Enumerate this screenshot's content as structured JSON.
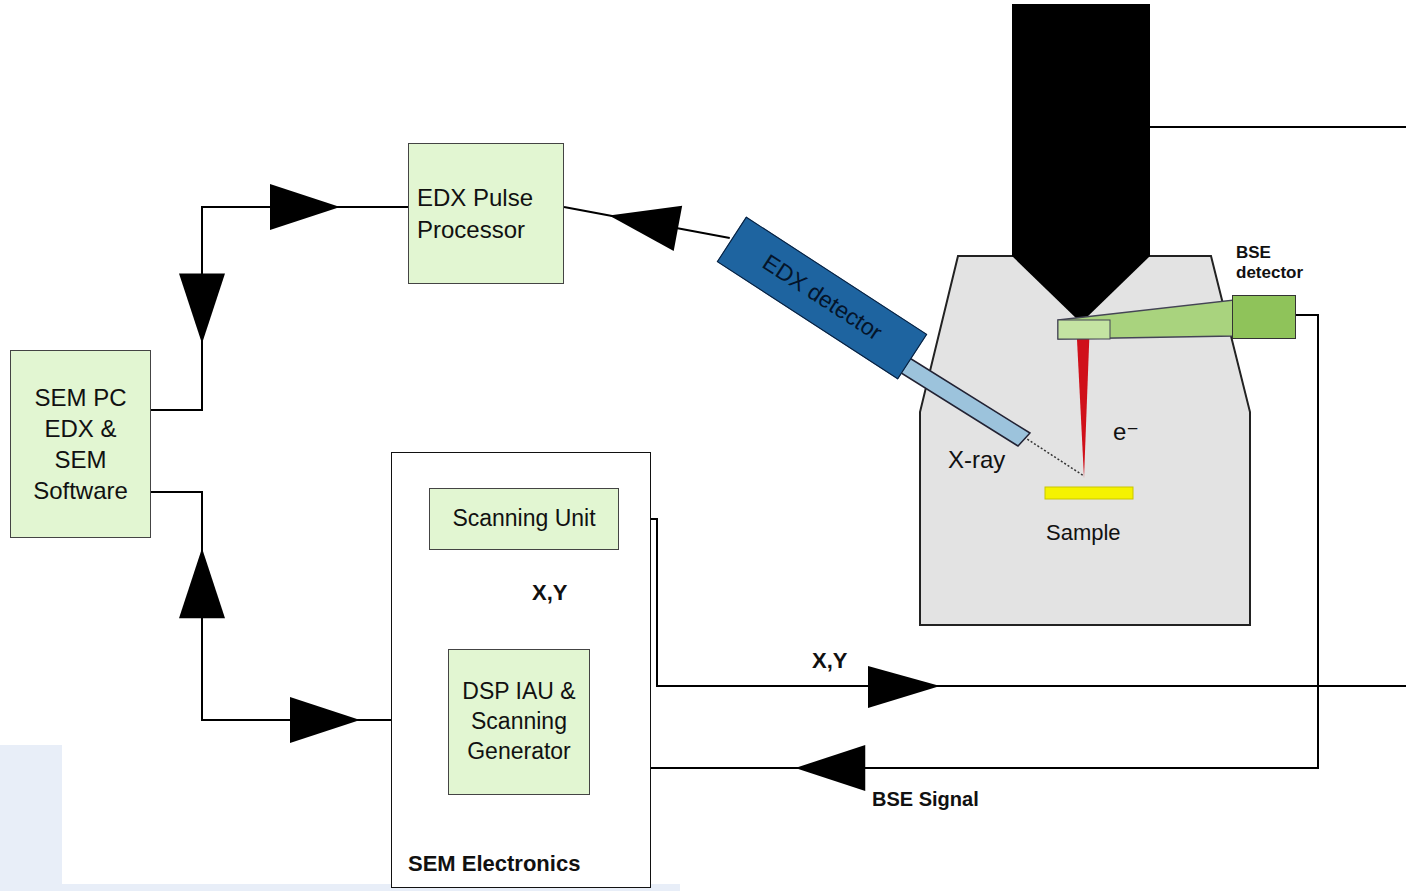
{
  "diagram": {
    "nodes": [
      {
        "text": [
          "SEM PC EDX & SEM Software"
        ]
      },
      {
        "text": [
          "EDX Pulse Processor"
        ]
      },
      {
        "text": [
          "SEM Electronics"
        ]
      },
      {
        "text": [
          "Scanning Unit"
        ],
        "in": 2
      },
      {
        "text": [
          "DSP IAU & Scanning Generator"
        ],
        "in": 2
      },
      {
        "text": [
          "EDX detector"
        ]
      },
      {
        "text": [
          "BSE detector"
        ]
      }
    ],
    "edges": [
      {
        "from": 0,
        "to": 1,
        "arrow": "both"
      },
      {
        "from": 0,
        "to": 4,
        "arrow": "both"
      },
      {
        "from": 5,
        "to": 1,
        "arrow": "to"
      },
      {
        "from": 4,
        "to": 3,
        "arrow": "to",
        "label": "X,Y"
      },
      {
        "from": 6,
        "to": 4,
        "arrow": "to",
        "label": "BSE Signal"
      }
    ],
    "labels": [
      "X-ray",
      "e⁻",
      "Sample",
      "X,Y"
    ]
  }
}
